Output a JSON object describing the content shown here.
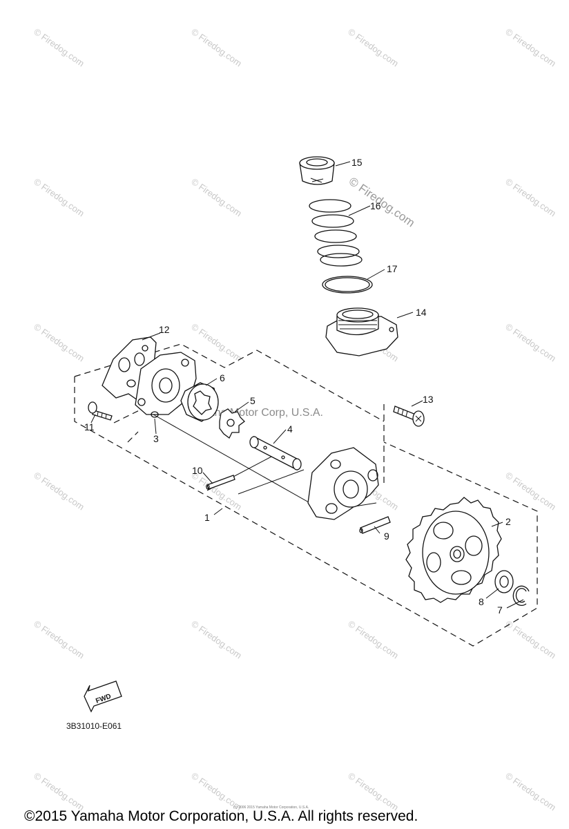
{
  "diagram": {
    "callouts": {
      "c1": "1",
      "c2": "2",
      "c3": "3",
      "c4": "4",
      "c5": "5",
      "c6": "6",
      "c7": "7",
      "c8": "8",
      "c9": "9",
      "c10": "10",
      "c11": "11",
      "c12": "12",
      "c13": "13",
      "c14": "14",
      "c15": "15",
      "c16": "16",
      "c17": "17"
    },
    "fwd_label": "FWD",
    "diagram_code": "3B31010-E061",
    "watermark_text": "© Firedog.com",
    "watermark_center": "Yamaha Motor Corp, U.S.A.",
    "small_print": "(c) 2006 2015 Yamaha Motor Corporation, U.S.A.",
    "copyright": "©2015 Yamaha Motor Corporation, U.S.A. All rights reserved."
  }
}
